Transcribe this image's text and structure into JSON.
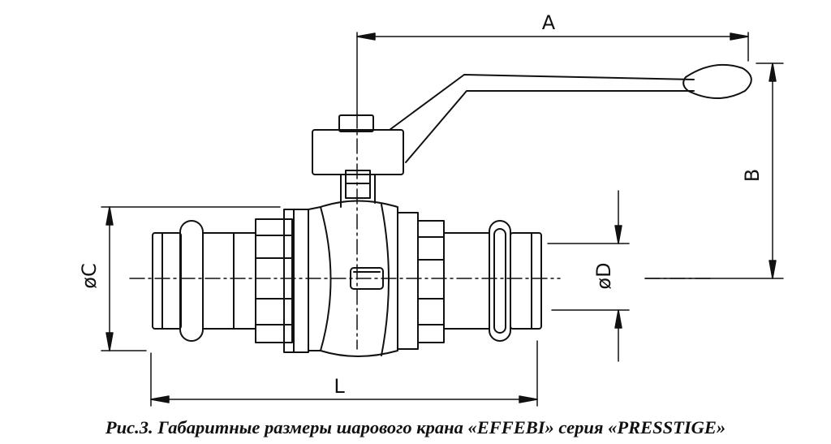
{
  "dimensions": {
    "a": "A",
    "b": "B",
    "c": "øC",
    "d": "øD",
    "l": "L"
  },
  "caption": "Рис.3. Габаритные размеры шарового крана «EFFEBI» серия «PRESSTIGE»",
  "colors": {
    "line": "#111111",
    "background": "#ffffff"
  }
}
